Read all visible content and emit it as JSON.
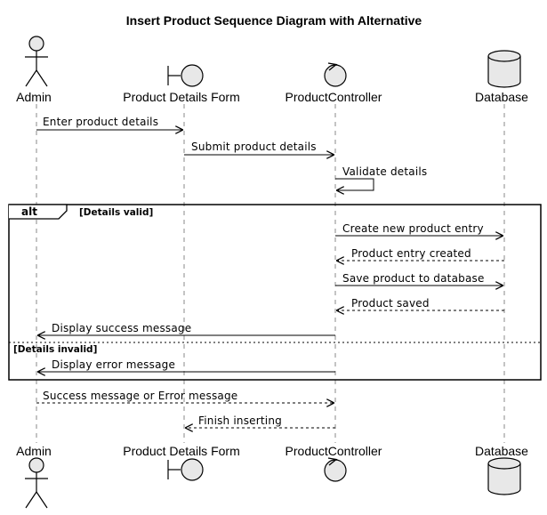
{
  "diagram": {
    "title": "Insert Product Sequence Diagram with Alternative",
    "participants": [
      {
        "id": "admin",
        "name": "Admin",
        "kind": "actor"
      },
      {
        "id": "form",
        "name": "Product Details Form",
        "kind": "boundary"
      },
      {
        "id": "controller",
        "name": "ProductController",
        "kind": "control"
      },
      {
        "id": "db",
        "name": "Database",
        "kind": "database"
      }
    ],
    "messages": [
      {
        "from": "admin",
        "to": "form",
        "label": "Enter product details",
        "style": "solid"
      },
      {
        "from": "form",
        "to": "controller",
        "label": "Submit product details",
        "style": "solid"
      },
      {
        "from": "controller",
        "to": "controller",
        "label": "Validate details",
        "style": "self"
      },
      {
        "from": "controller",
        "to": "db",
        "label": "Create new product entry",
        "style": "solid"
      },
      {
        "from": "db",
        "to": "controller",
        "label": "Product entry created",
        "style": "dashed"
      },
      {
        "from": "controller",
        "to": "db",
        "label": "Save product to database",
        "style": "solid"
      },
      {
        "from": "db",
        "to": "controller",
        "label": "Product saved",
        "style": "dashed"
      },
      {
        "from": "controller",
        "to": "admin",
        "label": "Display success message",
        "style": "solid"
      },
      {
        "from": "controller",
        "to": "admin",
        "label": "Display error message",
        "style": "solid"
      },
      {
        "from": "admin",
        "to": "controller",
        "label": "Success message or Error message",
        "style": "dashed"
      },
      {
        "from": "controller",
        "to": "form",
        "label": "Finish inserting",
        "style": "dashed"
      }
    ],
    "fragment": {
      "operator": "alt",
      "guards": [
        "[Details valid]",
        "[Details invalid]"
      ]
    }
  }
}
